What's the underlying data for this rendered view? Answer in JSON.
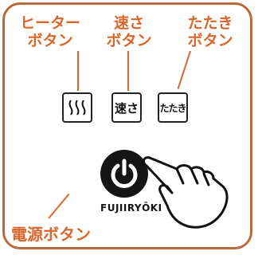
{
  "labels": {
    "heater": {
      "line1": "ヒーター",
      "line2": "ボタン"
    },
    "speed": {
      "line1": "速さ",
      "line2": "ボタン"
    },
    "tapping": {
      "line1": "たたき",
      "line2": "ボタン"
    },
    "power": "電源ボタン"
  },
  "keys": {
    "heater_icon": "heat-waves-icon",
    "speed": "速さ",
    "tapping": "たたき"
  },
  "brand": "FUJIIRYŌKI",
  "colors": {
    "accent": "#d9662a",
    "frame": "#b86a3a",
    "button": "#151515"
  }
}
